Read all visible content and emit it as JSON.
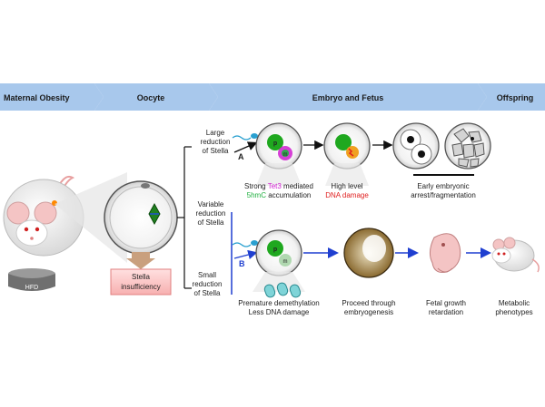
{
  "header": {
    "stages": [
      "Maternal Obesity",
      "Oocyte",
      "Embryo and Fetus",
      "Offspring"
    ]
  },
  "left": {
    "hfd_label": "HFD",
    "stella_label_1": "Stella",
    "stella_label_2": "insufficiency"
  },
  "branches": {
    "large": [
      "Large",
      "reduction",
      "of Stella"
    ],
    "variable": [
      "Variable",
      "reduction",
      "of Stella"
    ],
    "small": [
      "Small",
      "reduction",
      "of Stella"
    ]
  },
  "path_a": {
    "marker": "A",
    "caption_1a": "Strong ",
    "caption_1b": "Tet3",
    "caption_1c": " mediated",
    "caption_2a": "5hmC",
    "caption_2b": " accumulation",
    "caption_3a": "High level",
    "caption_3b": "DNA damage",
    "caption_4a": "Early  embryonic",
    "caption_4b": "arrest/fragmentation"
  },
  "path_b": {
    "marker": "B",
    "caption_1a": "Premature demethylation",
    "caption_1b": "Less DNA  damage",
    "caption_2a": "Proceed through",
    "caption_2b": "embryogenesis",
    "caption_3a": "Fetal growth",
    "caption_3b": "retardation",
    "caption_4a": "Metabolic",
    "caption_4b": "phenotypes"
  },
  "cell_labels": {
    "p": "p",
    "m": "m"
  },
  "colors": {
    "banner": "#a8c8ec",
    "arrow_blue": "#1f3fd0",
    "tet3": "#d020d0",
    "hmc": "#20b040",
    "damage": "#e02020",
    "pronucleus": "#1fa81f"
  }
}
